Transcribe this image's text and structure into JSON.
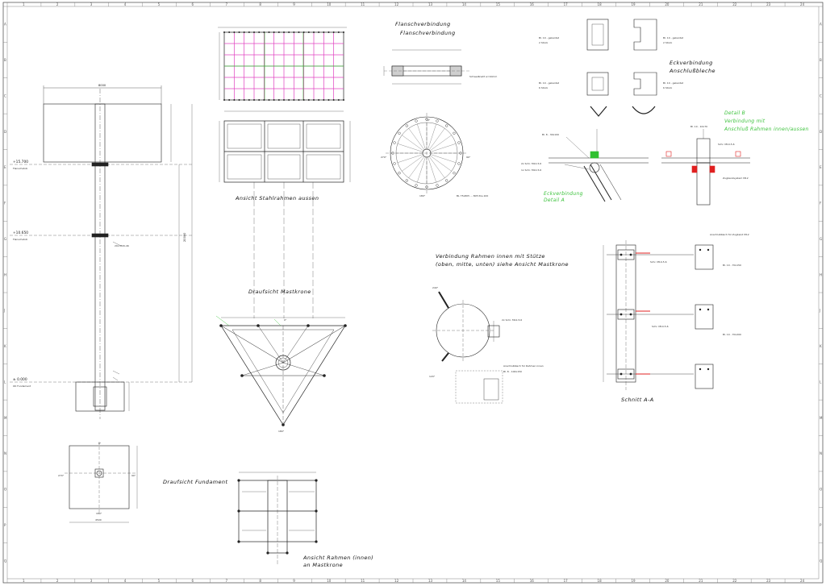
{
  "title_flansch_1": "Flanschverbindung",
  "title_flansch_2": "Flanschverbindung",
  "title_ansicht_stahlrahmen": "Ansicht Stahlrahmen aussen",
  "title_draufsicht_mastkrone": "Draufsicht Mastkrone",
  "title_draufsicht_fundament": "Draufsicht Fundament",
  "title_ansicht_rahmen_1": "Ansicht Rahmen (innen)",
  "title_ansicht_rahmen_2": "an Mastkrone",
  "title_eckverbindung_1": "Eckverbindung",
  "title_eckverbindung_2": "Anschlußbleche",
  "title_eck_detail_1": "Eckverbindung",
  "title_eck_detail_2": "Detail A",
  "title_detail_b_1": "Detail B",
  "title_detail_b_2": "Verbindung mit",
  "title_detail_b_3": "Anschluß Rahmen innen/aussen",
  "title_verbindung_1": "Verbindung Rahmen innen mit Stütze",
  "title_verbindung_2": "(oben, mitte, unten) siehe Ansicht Mastkrone",
  "title_schnitt": "Schnitt A-A",
  "elev_15700": "+15.700",
  "elev_15700_sub": "Flanschstoß",
  "elev_10650": "+10.650",
  "elev_10650_sub": "Flanschstoß",
  "elev_0": "± 0.000",
  "elev_0_sub": "OK Fundament",
  "dim_8000": "8000",
  "dim_4500": "4500",
  "dim_20000": "20000",
  "bolt_note": "20x M20-4K",
  "schweissnaht": "Schweißnaht a=10mm",
  "bl_pos": "BL 75x805 ... 805 Pos.100",
  "deg_0": "0°",
  "deg_90": "90°",
  "deg_180": "180°",
  "deg_270": "270°",
  "deg_240": "240°",
  "deg_120": "120°",
  "bl_gekantet_2": "Bl. 10 - gekantet",
  "stueck_2": "2 Stück",
  "stueck_6": "6 Stück",
  "bl_30x100": "Bl. 8 - 30x100",
  "bl_10x70": "Bl. 10 - 10x70",
  "schr_m10": "Schr. M10-5.6",
  "schr_m12_2": "2x Schr. M12-5.6",
  "schr_m12_1": "1x Schr. M12-5.6",
  "zugband_system": "Zugbandsystem M12",
  "anschlussblech": "Anschlußblech für Zugband M12",
  "anschlussblech_rahmen": "Anschlußblech für Rahmen innen",
  "bl_100x150": "Bl. 8 - 100x150",
  "bl_10x150": "Bl. 10 - 70x150",
  "bl_10x200": "Bl. 10 - 70x200",
  "grid_numbers": [
    "1",
    "2",
    "3",
    "4",
    "5",
    "6",
    "7",
    "8",
    "9",
    "10",
    "11",
    "12",
    "13",
    "14",
    "15",
    "16",
    "17",
    "18",
    "19",
    "20",
    "21",
    "22",
    "23",
    "24"
  ],
  "grid_letters": [
    "A",
    "B",
    "C",
    "D",
    "E",
    "F",
    "G",
    "H",
    "J",
    "K",
    "L",
    "M",
    "N",
    "O",
    "P",
    "Q"
  ],
  "colors": {
    "line": "#222222",
    "magenta": "#e040c0",
    "green": "#30c030",
    "red": "#e02020"
  }
}
